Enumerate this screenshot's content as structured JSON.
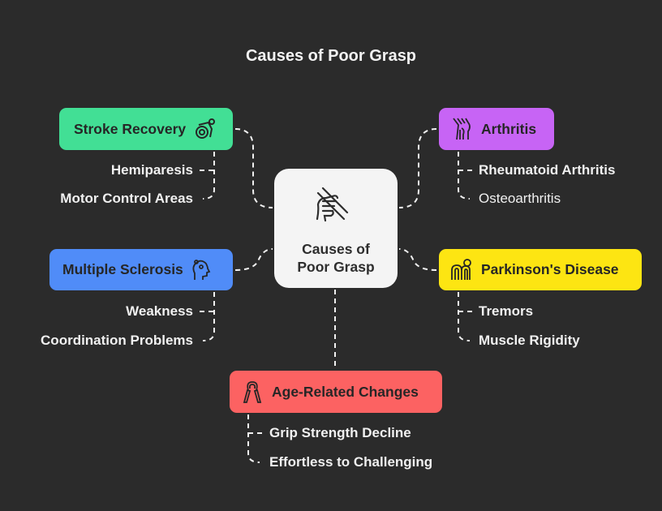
{
  "title": "Causes of Poor Grasp",
  "center": {
    "line1": "Causes of",
    "line2": "Poor Grasp",
    "icon": "hand-grasp-icon"
  },
  "nodes": {
    "stroke": {
      "label": "Stroke Recovery",
      "color": "#42df95",
      "icon": "wheelchair-icon",
      "items": [
        "Hemiparesis",
        "Motor Control Areas"
      ]
    },
    "arthritis": {
      "label": "Arthritis",
      "color": "#c764f5",
      "icon": "joint-icon",
      "items": [
        "Rheumatoid Arthritis",
        "Osteoarthritis"
      ]
    },
    "ms": {
      "label": "Multiple Sclerosis",
      "color": "#508cf8",
      "icon": "nerve-head-icon",
      "items": [
        "Weakness",
        "Coordination Problems"
      ]
    },
    "parkinsons": {
      "label": "Parkinson's Disease",
      "color": "#fde512",
      "icon": "fingers-clock-icon",
      "items": [
        "Tremors",
        "Muscle Rigidity"
      ]
    },
    "age": {
      "label": "Age-Related Changes",
      "color": "#fc6262",
      "icon": "hand-gripper-icon",
      "items": [
        "Grip Strength Decline",
        "Effortless to Challenging"
      ]
    }
  }
}
